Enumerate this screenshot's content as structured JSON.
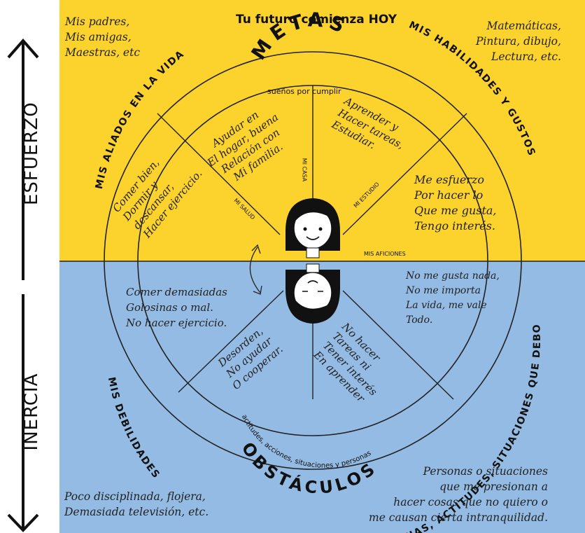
{
  "header": {
    "title": "Tu futuro comienza HOY"
  },
  "axis": {
    "top_label": "ESFUERZO",
    "bottom_label": "INERCIA"
  },
  "notes": {
    "allies": "Mis padres,\nMis amigas,\nMaestras, etc",
    "skills": "Matemáticas,\nPintura, dibujo,\nLectura, etc.",
    "weaknesses": "Poco disciplinada, flojera,\nDemasiada televisión, etc.",
    "avoid": "Personas o situaciones\nque me presionan a\nhacer cosas que no quiero o\nme causan cierta intranquilidad."
  },
  "arcs": {
    "allies": "MIS ALIADOS EN LA VIDA",
    "skills": "MIS HABILIDADES Y GUSTOS",
    "weaknesses": "MIS DEBILIDADES",
    "avoid": "PERSONAS, ACTITUDES, SITUACIONES QUE DEBO EVITAR"
  },
  "center_top": {
    "title": "METAS",
    "subtitle": "sueños por cumplir"
  },
  "center_bottom": {
    "title": "OBSTÁCULOS",
    "subtitle": "actitudes, acciones, situaciones y personas"
  },
  "spokes": {
    "health": "MI SALUD",
    "home": "MI CASA",
    "study": "MI ESTUDIO",
    "hobbies": "MIS AFICIONES"
  },
  "sectors": {
    "health": "Comer bien,\nDormir y\ndescansar,\nHacer ejercicio.",
    "home": "Ayudar en\nEl hogar, buena\nRelación con\nMi familia.",
    "study": "Aprender y\nHacer tareas,\nEstudiar.",
    "hobbies": "Me esfuerzo\nPor hacer lo\nQue me gusta,\nTengo interés.",
    "bad_health": "Comer demasiadas\nGolosinas o mal.\nNo hacer ejercicio.",
    "bad_home": "Desorden,\nNo ayudar\nO cooperar.",
    "bad_study": "No hacer\nTareas ni\nTener interés\nEn aprender",
    "bad_hobbies": "No me gusta nada,\nNo me importa\nLa vida, me vale\nTodo."
  },
  "colors": {
    "top": "#fcd22c",
    "bottom": "#94bbe3",
    "line": "#222222"
  }
}
